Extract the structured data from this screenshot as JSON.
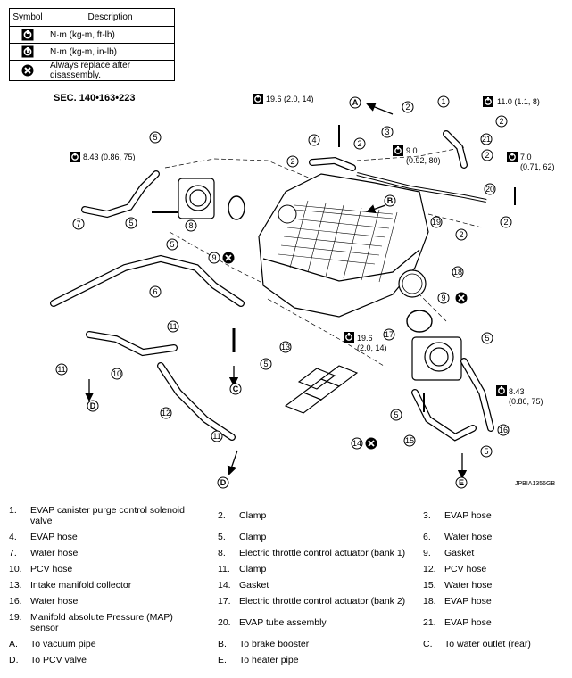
{
  "symbol_table": {
    "header_symbol": "Symbol",
    "header_description": "Description",
    "rows": [
      {
        "icon": "torque-wrench-icon",
        "description": "N·m (kg-m, ft-lb)"
      },
      {
        "icon": "torque-wrench-inlb-icon",
        "description": "N·m (kg-m, in-lb)"
      },
      {
        "icon": "always-replace-icon",
        "description": "Always replace after disassembly."
      }
    ]
  },
  "section_label": "SEC. 140•163•223",
  "figure_code": "JPBIA1356GB",
  "torque_values": [
    "19.6 (2.0, 14)",
    "11.0 (1.1, 8)",
    "8.43 (0.86, 75)",
    "9.0",
    "(0.92, 80)",
    "7.0",
    "(0.71, 62)",
    "19.6",
    "(2.0, 14)",
    "8.43",
    "(0.86, 75)"
  ],
  "callouts": [
    "1",
    "2",
    "3",
    "4",
    "5",
    "6",
    "7",
    "8",
    "9",
    "10",
    "11",
    "12",
    "13",
    "14",
    "15",
    "16",
    "17",
    "18",
    "19",
    "20",
    "21"
  ],
  "directions": [
    "A",
    "B",
    "C",
    "D",
    "E"
  ],
  "legend": [
    [
      {
        "n": "1.",
        "t": "EVAP canister purge control solenoid valve"
      },
      {
        "n": "2.",
        "t": "Clamp"
      },
      {
        "n": "3.",
        "t": "EVAP hose"
      }
    ],
    [
      {
        "n": "4.",
        "t": "EVAP hose"
      },
      {
        "n": "5.",
        "t": "Clamp"
      },
      {
        "n": "6.",
        "t": "Water hose"
      }
    ],
    [
      {
        "n": "7.",
        "t": "Water hose"
      },
      {
        "n": "8.",
        "t": "Electric throttle control actuator (bank 1)"
      },
      {
        "n": "9.",
        "t": "Gasket"
      }
    ],
    [
      {
        "n": "10.",
        "t": "PCV hose"
      },
      {
        "n": "11.",
        "t": "Clamp"
      },
      {
        "n": "12.",
        "t": "PCV hose"
      }
    ],
    [
      {
        "n": "13.",
        "t": "Intake manifold collector"
      },
      {
        "n": "14.",
        "t": "Gasket"
      },
      {
        "n": "15.",
        "t": "Water hose"
      }
    ],
    [
      {
        "n": "16.",
        "t": "Water hose"
      },
      {
        "n": "17.",
        "t": "Electric throttle control actuator (bank 2)"
      },
      {
        "n": "18.",
        "t": "EVAP hose"
      }
    ],
    [
      {
        "n": "19.",
        "t": "Manifold absolute Pressure (MAP) sensor"
      },
      {
        "n": "20.",
        "t": "EVAP tube assembly"
      },
      {
        "n": "21.",
        "t": "EVAP hose"
      }
    ],
    [
      {
        "n": "A.",
        "t": "To vacuum pipe"
      },
      {
        "n": "B.",
        "t": "To brake booster"
      },
      {
        "n": "C.",
        "t": "To water outlet (rear)"
      }
    ],
    [
      {
        "n": "D.",
        "t": "To PCV valve"
      },
      {
        "n": "E.",
        "t": "To heater pipe"
      },
      {
        "n": "",
        "t": ""
      }
    ]
  ]
}
